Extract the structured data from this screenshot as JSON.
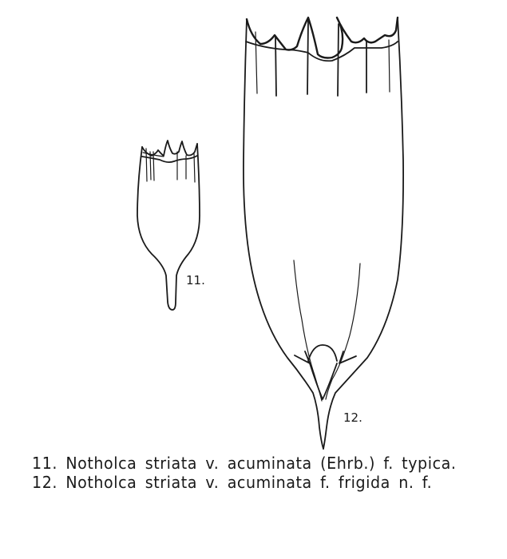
{
  "figures": [
    {
      "number": "11.",
      "label": "11.",
      "caption": "11. Notholca striata v. acuminata (Ehrb.) f. typica."
    },
    {
      "number": "12.",
      "label": "12.",
      "caption": "12. Notholca striata v. acuminata f. frigida n. f."
    }
  ],
  "colors": {
    "ink": "#1a1a1a",
    "paper": "#ffffff"
  }
}
